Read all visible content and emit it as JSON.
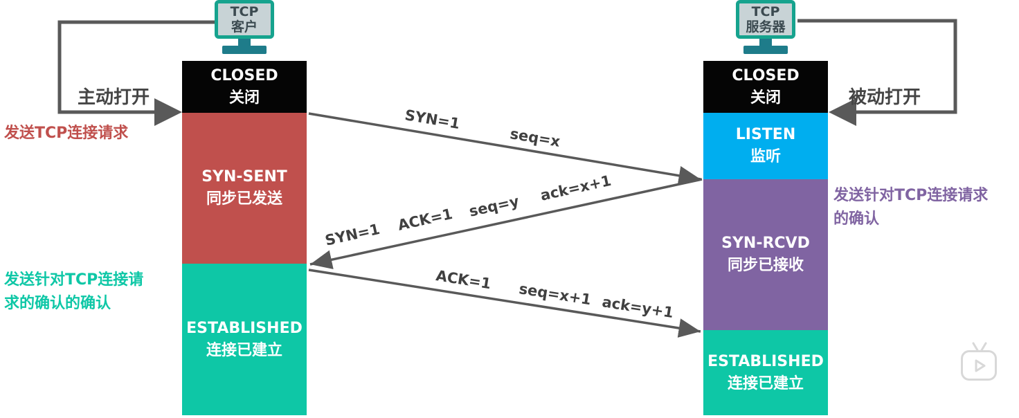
{
  "client": {
    "device_line1": "TCP",
    "device_line2": "客户",
    "open_label": "主动打开",
    "states": {
      "closed_en": "CLOSED",
      "closed_zh": "关闭",
      "synsent_en": "SYN-SENT",
      "synsent_zh": "同步已发送",
      "estab_en": "ESTABLISHED",
      "estab_zh": "连接已建立"
    },
    "note_send_request": "发送TCP连接请求",
    "note_ack_of_ack_line1": "发送针对TCP连接请",
    "note_ack_of_ack_line2": "求的确认的确认"
  },
  "server": {
    "device_line1": "TCP",
    "device_line2": "服务器",
    "open_label": "被动打开",
    "states": {
      "closed_en": "CLOSED",
      "closed_zh": "关闭",
      "listen_en": "LISTEN",
      "listen_zh": "监听",
      "rcvd_en": "SYN-RCVD",
      "rcvd_zh": "同步已接收",
      "estab_en": "ESTABLISHED",
      "estab_zh": "连接已建立"
    },
    "note_ack_line1": "发送针对TCP连接请求",
    "note_ack_line2": "的确认"
  },
  "messages": {
    "m1_a": "SYN=1",
    "m1_b": "seq=x",
    "m2_a": "SYN=1",
    "m2_b": "ACK=1",
    "m2_c": "seq=y",
    "m2_d": "ack=x+1",
    "m3_a": "ACK=1",
    "m3_b": "seq=x+1",
    "m3_c": "ack=y+1"
  },
  "colors": {
    "closed": "#050505",
    "syn_sent": "#c0504d",
    "established": "#0ec7a6",
    "listen": "#00aeef",
    "syn_rcvd": "#8064a2",
    "arrow": "#595959"
  },
  "icons": {
    "client_device": "computer-monitor-icon",
    "server_device": "computer-monitor-icon",
    "watermark": "video-player-icon"
  }
}
